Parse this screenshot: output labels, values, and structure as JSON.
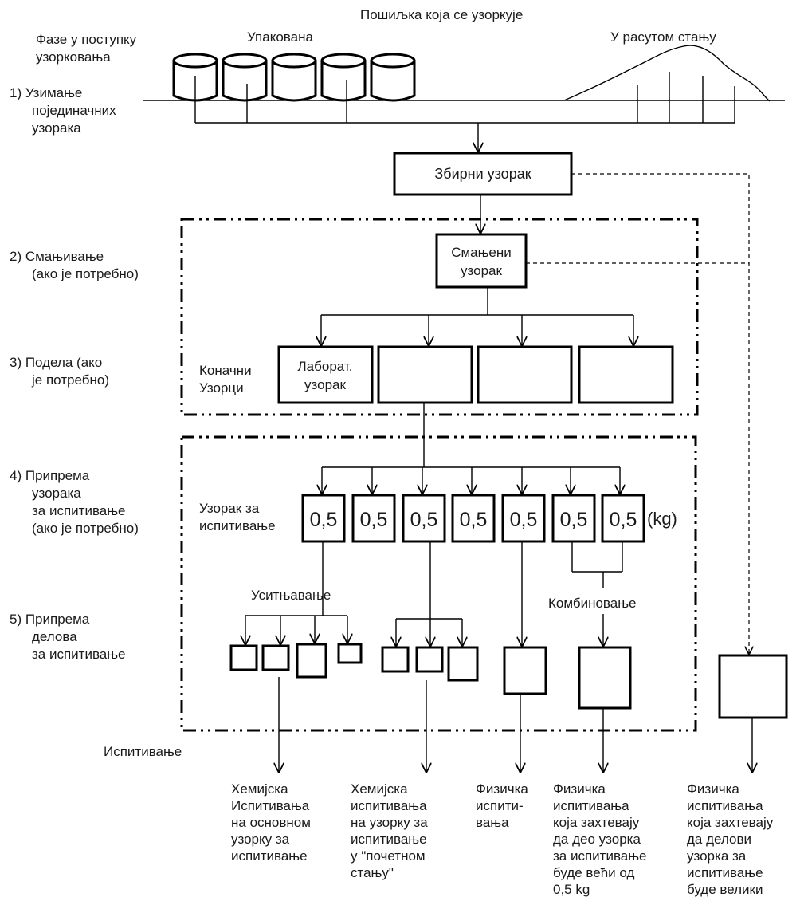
{
  "header": {
    "title": "Пошиљка која се узоркује",
    "phases_title": [
      "Фазе у поступку",
      "узорковања"
    ],
    "packed": "Упакована",
    "bulk": "У расутом стању"
  },
  "phases": {
    "p1": [
      "1) Узимање",
      "појединачних",
      "узорака"
    ],
    "p2": [
      "2) Смањивање",
      "(ако је потребно)"
    ],
    "p3": [
      "3) Подела (ако",
      "је потребно)"
    ],
    "p4": [
      "4) Припрема",
      "узорака",
      "за испитивање",
      "(ако је потребно)"
    ],
    "p5": [
      "5) Припрема",
      "делова",
      "за испитивање"
    ]
  },
  "boxes": {
    "aggregate": "Збирни узорак",
    "reduced": [
      "Смањени",
      "узорак"
    ],
    "final_label": [
      "Коначни",
      "Узорци"
    ],
    "lab_sample": [
      "Лаборат.",
      "узорак"
    ],
    "test_sample_label": [
      "Узорак за",
      "испитивање"
    ],
    "test_values": [
      "0,5",
      "0,5",
      "0,5",
      "0,5",
      "0,5",
      "0,5",
      "0,5"
    ],
    "unit": "(kg)"
  },
  "operations": {
    "grinding": "Уситњавање",
    "combining": "Комбиновање",
    "testing": "Испитивање"
  },
  "outcomes": [
    [
      "Хемијска",
      "Испитивања",
      "на основном",
      "узорку за",
      "испитивање"
    ],
    [
      "Хемијска",
      "испитивања",
      "на узорку за",
      "испитивање",
      "у \"почетном",
      "стању\""
    ],
    [
      "Физичка",
      "испити-",
      "вања"
    ],
    [
      "Физичка",
      "испитивања",
      "која захтевају",
      "да део узорка",
      "за испитивање",
      "буде већи од",
      "0,5 kg"
    ],
    [
      "Физичка",
      "испитивања",
      "која захтевају",
      "да делови",
      "узорка за",
      "испитивање",
      "буде велики"
    ]
  ]
}
